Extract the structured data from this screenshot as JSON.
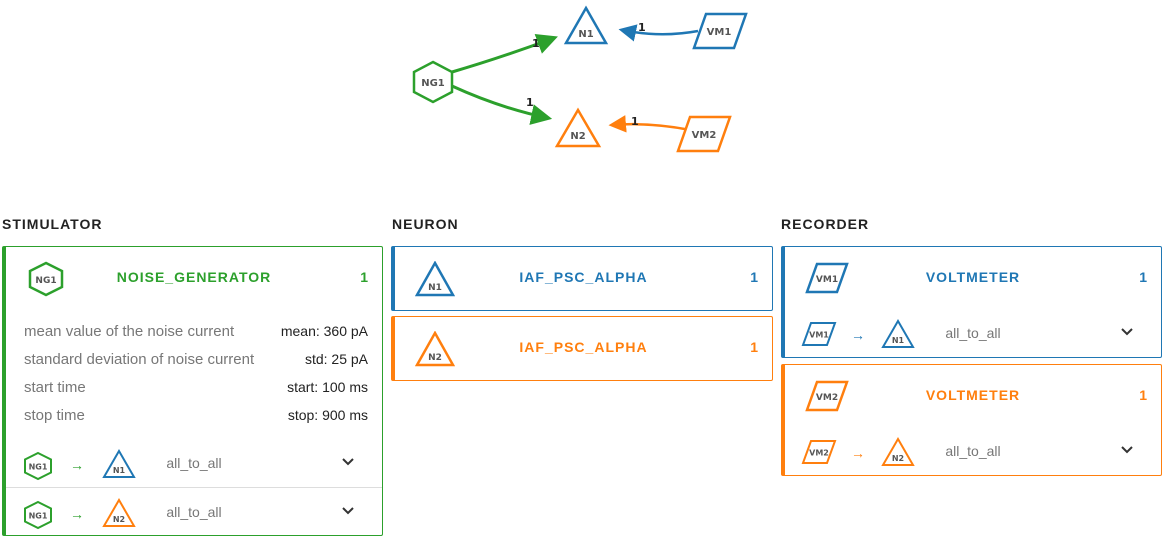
{
  "colors": {
    "stimulator": "#2ca02c",
    "neuron_blue": "#1f77b4",
    "neuron_orange": "#ff7f0e"
  },
  "graph": {
    "nodes": [
      {
        "id": "NG1",
        "label": "NG1",
        "shape": "hexagon",
        "color": "#2ca02c"
      },
      {
        "id": "N1",
        "label": "N1",
        "shape": "triangle",
        "color": "#1f77b4"
      },
      {
        "id": "N2",
        "label": "N2",
        "shape": "triangle",
        "color": "#ff7f0e"
      },
      {
        "id": "VM1",
        "label": "VM1",
        "shape": "parallelogram",
        "color": "#1f77b4"
      },
      {
        "id": "VM2",
        "label": "VM2",
        "shape": "parallelogram",
        "color": "#ff7f0e"
      }
    ],
    "edges": [
      {
        "from": "NG1",
        "to": "N1",
        "weight": "1",
        "color": "#2ca02c"
      },
      {
        "from": "NG1",
        "to": "N2",
        "weight": "1",
        "color": "#2ca02c"
      },
      {
        "from": "VM1",
        "to": "N1",
        "weight": "1",
        "color": "#1f77b4"
      },
      {
        "from": "VM2",
        "to": "N2",
        "weight": "1",
        "color": "#ff7f0e"
      }
    ]
  },
  "columns": {
    "stimulator": "STIMULATOR",
    "neuron": "NEURON",
    "recorder": "RECORDER"
  },
  "stimulator": {
    "label": "NG1",
    "model": "NOISE_GENERATOR",
    "count": "1",
    "params": [
      {
        "label": "mean value of the noise current",
        "value": "mean: 360 pA"
      },
      {
        "label": "standard deviation of noise current",
        "value": "std: 25 pA"
      },
      {
        "label": "start time",
        "value": "start: 100 ms"
      },
      {
        "label": "stop time",
        "value": "stop: 900 ms"
      }
    ],
    "connections": [
      {
        "source": "NG1",
        "target": "N1",
        "rule": "all_to_all"
      },
      {
        "source": "NG1",
        "target": "N2",
        "rule": "all_to_all"
      }
    ]
  },
  "neurons": [
    {
      "label": "N1",
      "model": "IAF_PSC_ALPHA",
      "count": "1"
    },
    {
      "label": "N2",
      "model": "IAF_PSC_ALPHA",
      "count": "1"
    }
  ],
  "recorders": [
    {
      "label": "VM1",
      "model": "VOLTMETER",
      "count": "1",
      "connection": {
        "source": "VM1",
        "target": "N1",
        "rule": "all_to_all"
      }
    },
    {
      "label": "VM2",
      "model": "VOLTMETER",
      "count": "1",
      "connection": {
        "source": "VM2",
        "target": "N2",
        "rule": "all_to_all"
      }
    }
  ],
  "arrow_glyph": "→"
}
